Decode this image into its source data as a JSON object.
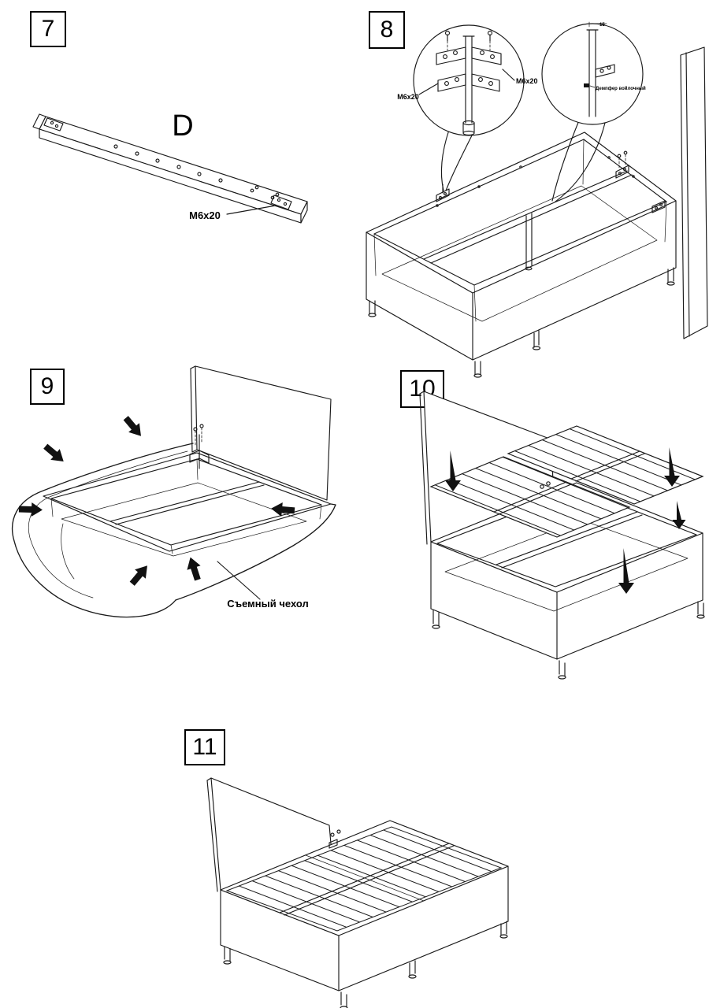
{
  "page": {
    "background": "#ffffff",
    "ink": "#1a1a1a"
  },
  "steps": {
    "s7": {
      "number": "7",
      "panel_label": "D",
      "fastener_label": "M6x20"
    },
    "s8": {
      "number": "8",
      "fastener_label_left": "M6x20",
      "fastener_label_right": "M6x20",
      "damper_label": "Демпфер войлочный",
      "dimension_label": "15"
    },
    "s9": {
      "number": "9",
      "cover_label": "Съемный чехол"
    },
    "s10": {
      "number": "10"
    },
    "s11": {
      "number": "11"
    }
  }
}
